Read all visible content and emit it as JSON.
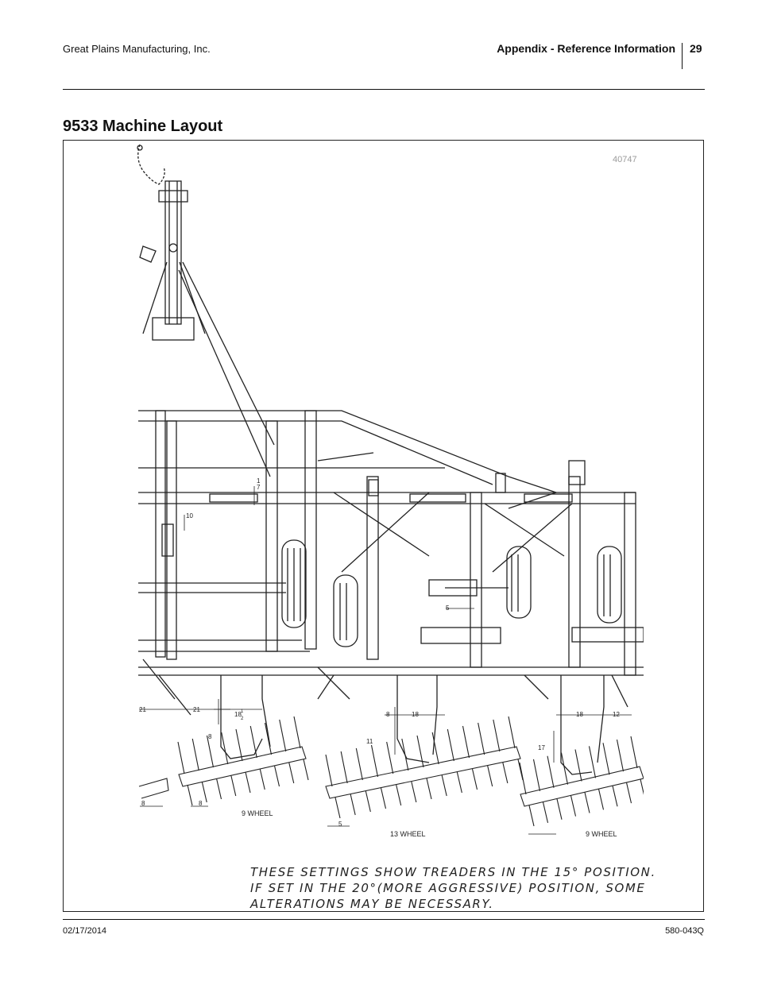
{
  "header": {
    "company": "Great Plains Manufacturing, Inc.",
    "section": "Appendix - Reference Information",
    "page_number": "29"
  },
  "title": "9533 Machine Layout",
  "figure": {
    "id": "40747",
    "dimensions": {
      "d1": "1",
      "d1b": "7",
      "d10": "10",
      "d5": "5",
      "d21a": "21",
      "d21b": "21",
      "d18a": "18",
      "d18b": "18",
      "d18c": "18",
      "half": "1",
      "halfd": "2",
      "d8": "8",
      "d12": "12",
      "d8h1": "8",
      "d8h2": "8",
      "d8h3": "8",
      "d11": "11",
      "d17": "17",
      "d5b": "5"
    },
    "labels": {
      "w9a": "9  WHEEL",
      "w13": "13  WHEEL",
      "w9b": "9  WHEEL"
    },
    "note": [
      "THESE SETTINGS SHOW TREADERS IN THE 15° POSITION.",
      "IF SET IN THE 20°(MORE AGGRESSIVE) POSITION, SOME",
      "ALTERATIONS MAY BE NECESSARY."
    ]
  },
  "footer": {
    "date": "02/17/2014",
    "part_number": "580-043Q"
  }
}
